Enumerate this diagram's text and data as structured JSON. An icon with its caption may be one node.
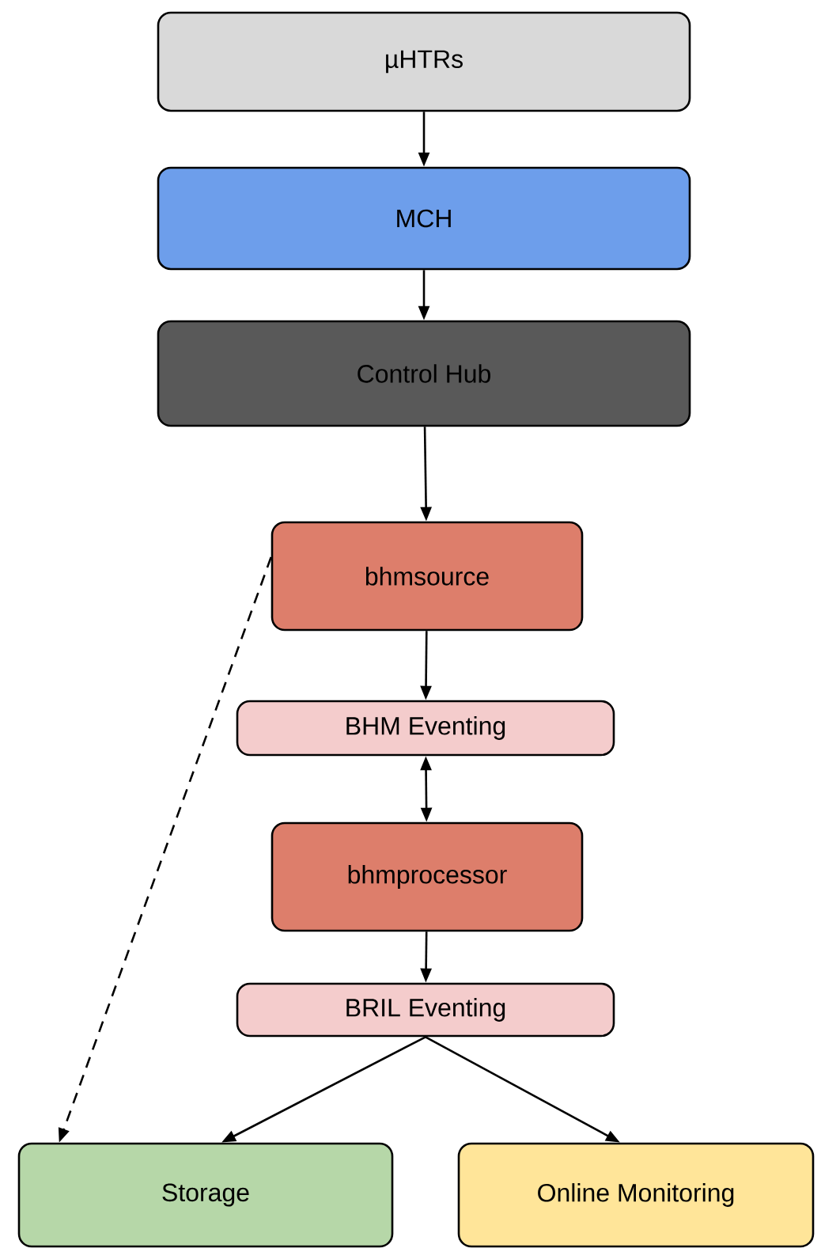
{
  "diagram": {
    "nodes": [
      {
        "text": [
          "µHTRs"
        ]
      },
      {
        "text": [
          "MCH"
        ]
      },
      {
        "text": [
          "Control Hub"
        ]
      },
      {
        "text": [
          "bhmsource"
        ]
      },
      {
        "text": [
          "BHM Eventing"
        ]
      },
      {
        "text": [
          "bhmprocessor"
        ]
      },
      {
        "text": [
          "BRIL Eventing"
        ]
      },
      {
        "text": [
          "Storage"
        ]
      },
      {
        "text": [
          "Online Monitoring"
        ]
      }
    ],
    "edges": [
      {
        "from": 0,
        "to": 1,
        "arrow": "to"
      },
      {
        "from": 1,
        "to": 2,
        "arrow": "to"
      },
      {
        "from": 2,
        "to": 3,
        "arrow": "to"
      },
      {
        "from": 3,
        "to": 4,
        "arrow": "to"
      },
      {
        "from": 4,
        "to": 5,
        "arrow": "both"
      },
      {
        "from": 5,
        "to": 6,
        "arrow": "to"
      },
      {
        "from": 6,
        "to": 7,
        "arrow": "to"
      },
      {
        "from": 6,
        "to": 8,
        "arrow": "to"
      },
      {
        "from": 3,
        "to": 7,
        "arrow": "to",
        "style": "dashed"
      }
    ]
  }
}
